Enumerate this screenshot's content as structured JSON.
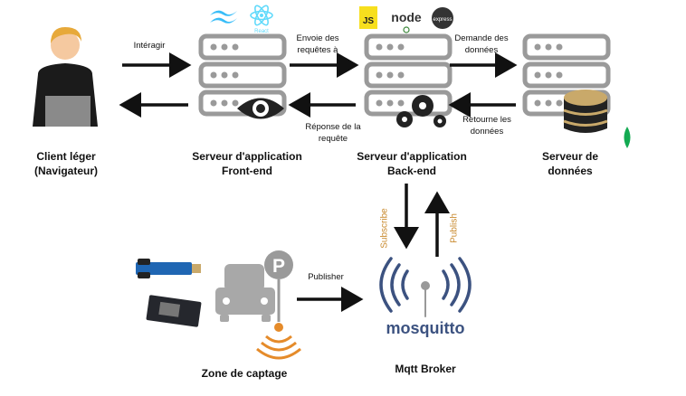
{
  "nodes": {
    "client": "Client léger\n(Navigateur)",
    "frontend": "Serveur d'application\nFront-end",
    "backend": "Serveur d'application\nBack-end",
    "data": "Serveur de\ndonnées",
    "capture": "Zone de captage",
    "broker": "Mqtt Broker"
  },
  "edges": {
    "interact": "Intéragir",
    "send_requests": "Envoie des\nrequêtes à",
    "request_data": "Demande des\ndonnées",
    "response": "Réponse de la\nrequête",
    "return_data": "Retourne les\ndonnées",
    "publisher": "Publisher",
    "subscribe": "Subscribe",
    "publish": "Publish"
  },
  "logos": {
    "react": "React",
    "js": "JS",
    "node": "node",
    "express": "express",
    "mosquitto": "mosquitto",
    "parking": "P"
  },
  "colors": {
    "server_gray": "#9a9a9a",
    "arrow": "#111111",
    "tailwind": "#38bdf8",
    "react": "#61dafb",
    "js": "#f7df1e",
    "node_green": "#3c873a",
    "mosquitto": "#3c5280",
    "mongo": "#13aa52",
    "mqtt_label": "#c98a2e",
    "sensor_blue": "#1f66b3"
  }
}
